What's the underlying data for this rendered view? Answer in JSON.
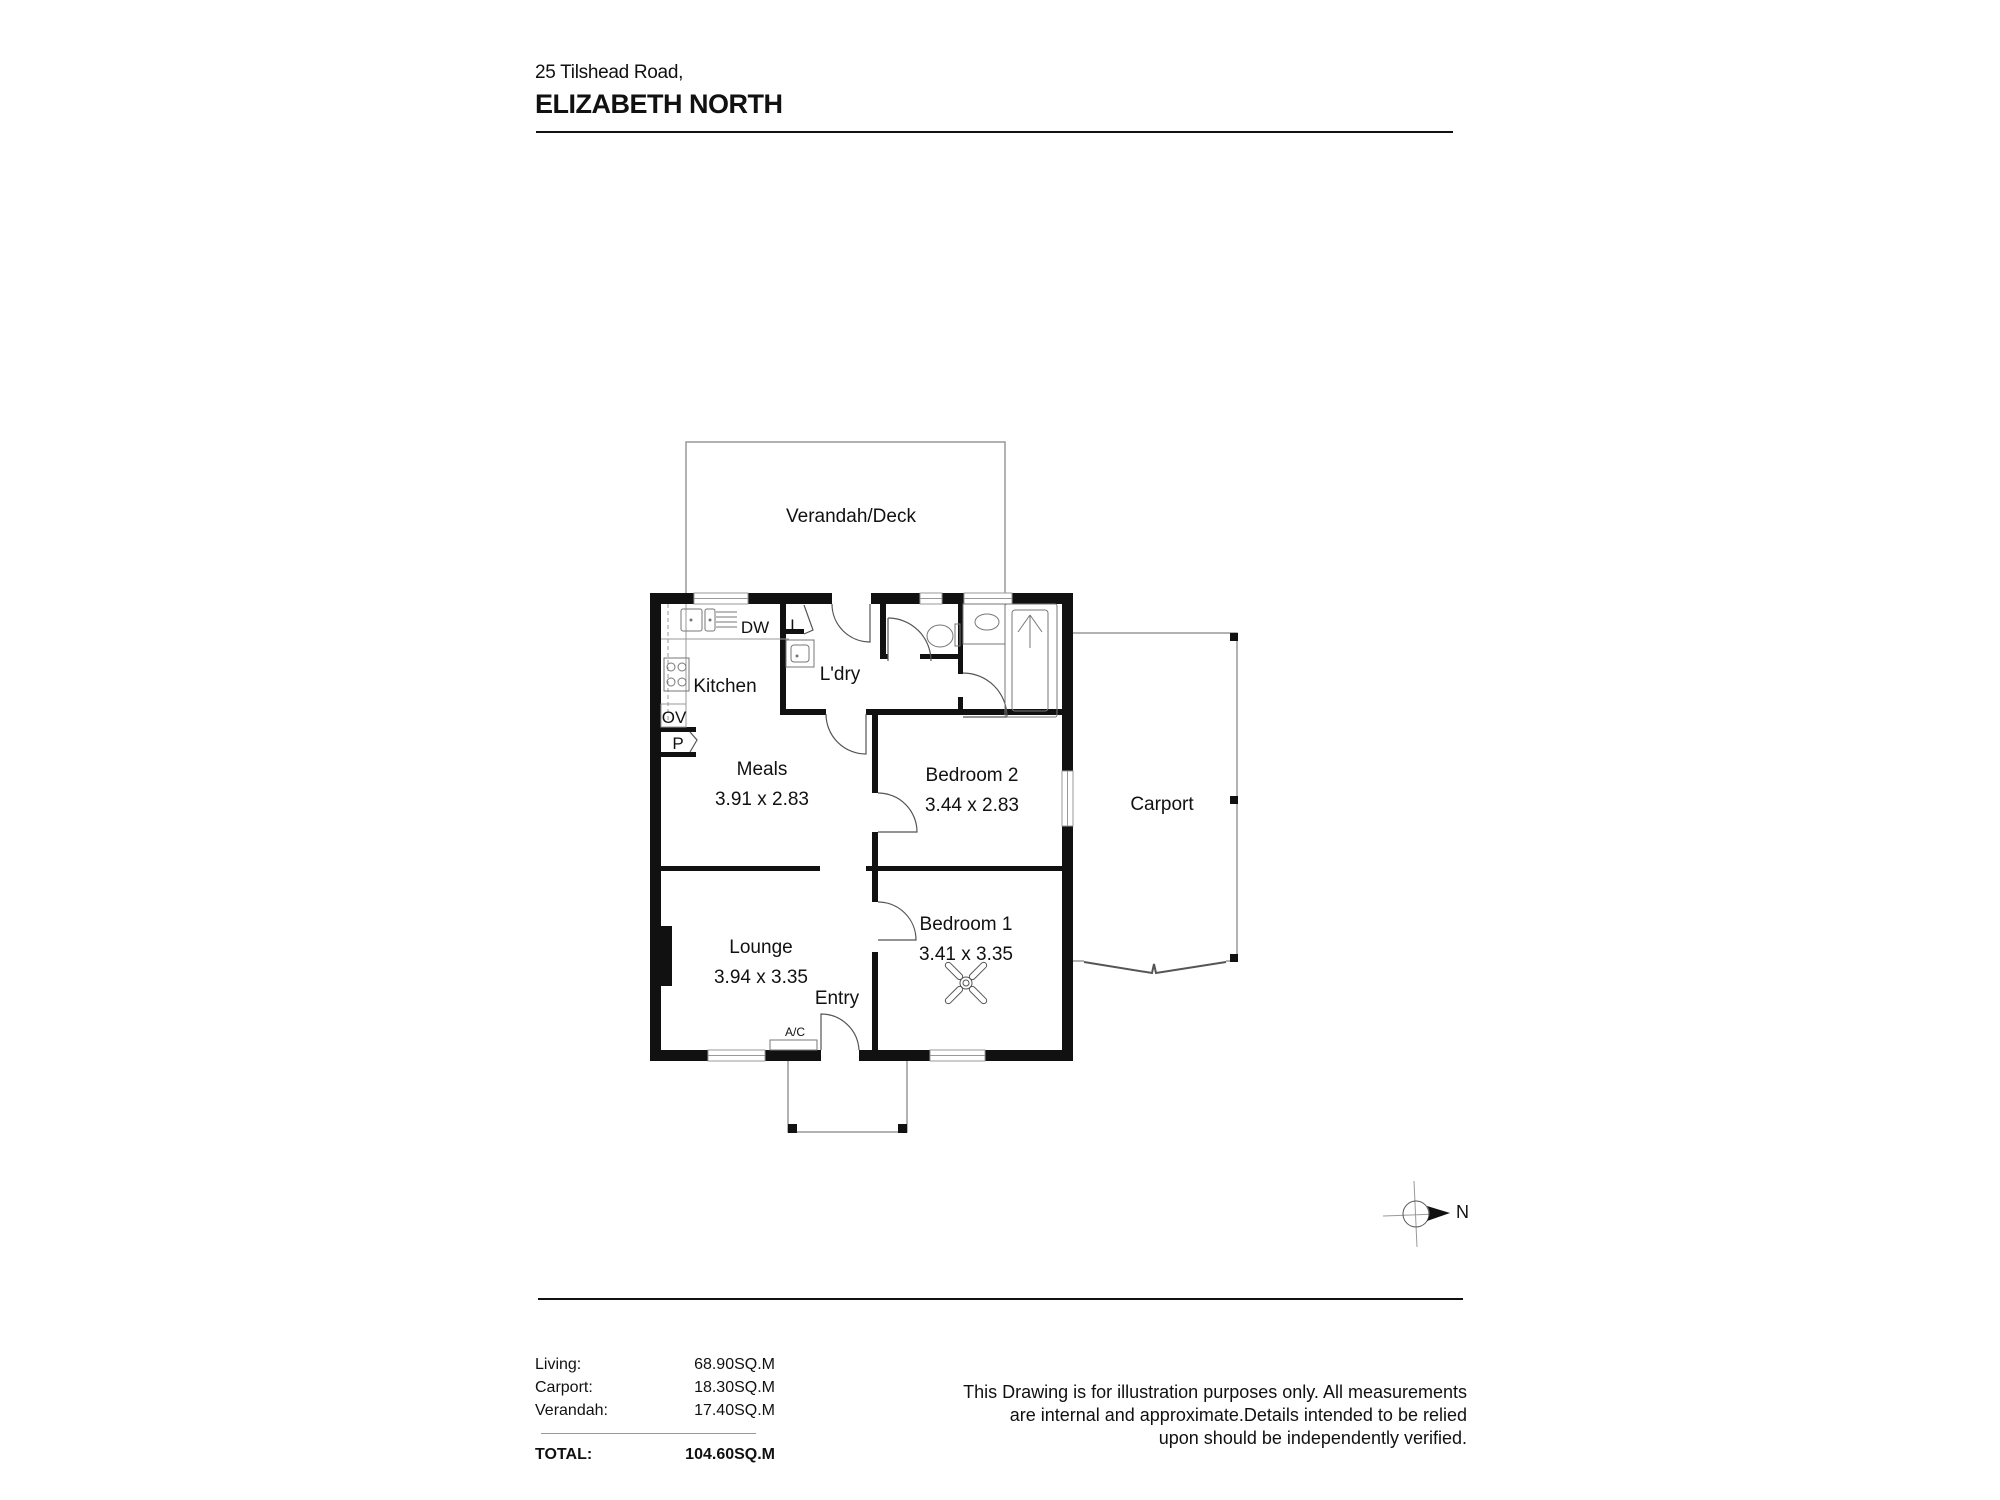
{
  "header": {
    "address": "25 Tilshead Road,",
    "suburb": "ELIZABETH NORTH"
  },
  "floorplan": {
    "rooms": [
      {
        "id": "verandah",
        "name": "Verandah/Deck",
        "dimensions": ""
      },
      {
        "id": "kitchen",
        "name": "Kitchen",
        "dimensions": ""
      },
      {
        "id": "laundry",
        "name": "L'dry",
        "dimensions": ""
      },
      {
        "id": "meals",
        "name": "Meals",
        "dimensions": "3.91 x 2.83"
      },
      {
        "id": "bedroom2",
        "name": "Bedroom 2",
        "dimensions": "3.44 x 2.83"
      },
      {
        "id": "carport",
        "name": "Carport",
        "dimensions": ""
      },
      {
        "id": "lounge",
        "name": "Lounge",
        "dimensions": "3.94 x 3.35"
      },
      {
        "id": "bedroom1",
        "name": "Bedroom 1",
        "dimensions": "3.41 x 3.35"
      },
      {
        "id": "entry",
        "name": "Entry",
        "dimensions": ""
      }
    ],
    "fixtures": {
      "dishwasher": "DW",
      "linen": "L",
      "oven": "OV",
      "pantry": "P",
      "air_conditioner": "A/C"
    },
    "compass": {
      "label": "N",
      "direction": "east"
    }
  },
  "areas": {
    "rows": [
      {
        "label": "Living:",
        "value": "68.90SQ.M"
      },
      {
        "label": "Carport:",
        "value": "18.30SQ.M"
      },
      {
        "label": "Verandah:",
        "value": "17.40SQ.M"
      }
    ],
    "total": {
      "label": "TOTAL:",
      "value": "104.60SQ.M"
    }
  },
  "disclaimer": {
    "line1": "This Drawing is for illustration purposes only. All measurements",
    "line2": "are internal and approximate.Details intended to be relied",
    "line3": "upon should be independently verified."
  },
  "colors": {
    "wall": "#111111",
    "line": "#999999",
    "text": "#111111",
    "background": "#ffffff"
  }
}
